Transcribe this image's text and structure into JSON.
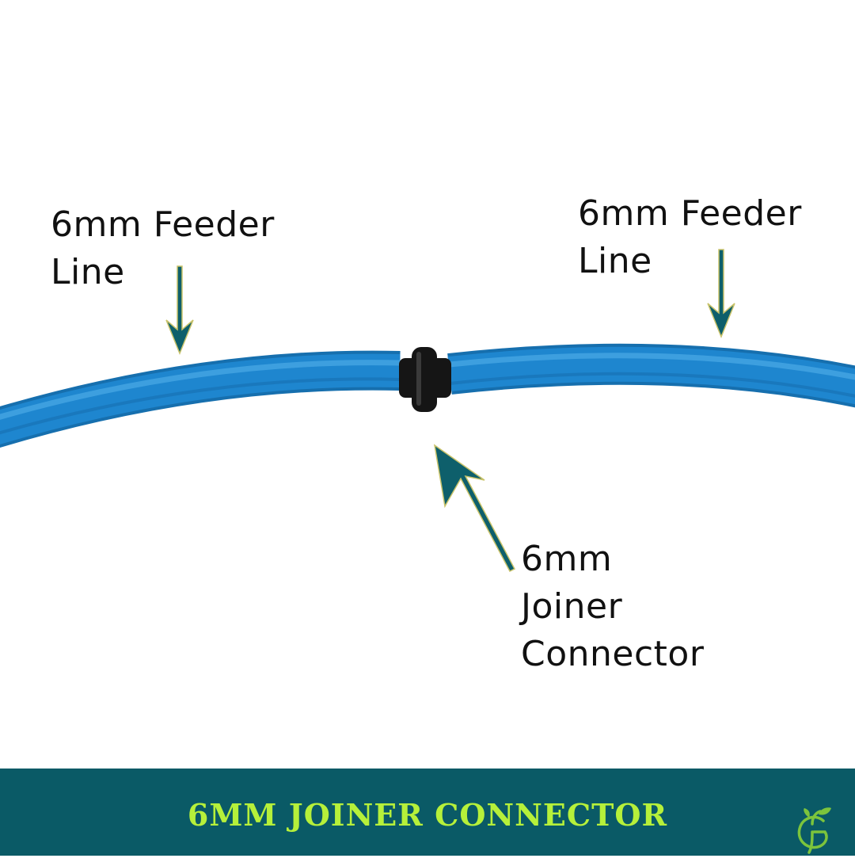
{
  "labels": {
    "left_feeder": [
      "6mm Feeder",
      "Line"
    ],
    "right_feeder": [
      "6mm Feeder",
      "Line"
    ],
    "joiner": [
      "6mm",
      "Joiner",
      "Connector"
    ]
  },
  "footer": {
    "title": "6MM JOINER CONNECTOR"
  },
  "colors": {
    "tube": "#1e86cf",
    "tube_highlight": "#4aaae6",
    "connector": "#151515",
    "arrow": "#0e5f6b",
    "arrow_outline": "#c9c36a",
    "footer_bg": "#0a5a66",
    "footer_text": "#b6f03a",
    "logo": "#7cc43c"
  },
  "icons": {
    "logo": "leaf-monogram-icon",
    "pointer": "arrow-icon"
  }
}
